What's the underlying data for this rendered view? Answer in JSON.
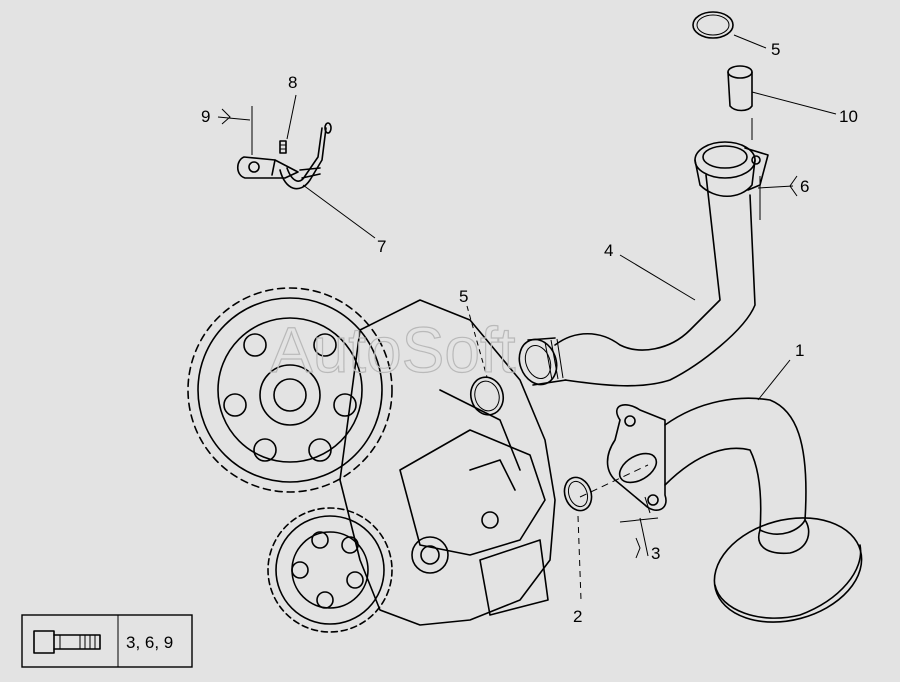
{
  "watermark": "AutoSoft",
  "callouts": {
    "c1": "1",
    "c2": "2",
    "c3": "3",
    "c4": "4",
    "c5a": "5",
    "c5b": "5",
    "c6": "6",
    "c7": "7",
    "c8": "8",
    "c9": "9",
    "c10": "10"
  },
  "legend": {
    "icon": "bolt-icon",
    "text": "3, 6, 9"
  },
  "colors": {
    "background": "#e3e3e3",
    "line": "#000000",
    "watermark": "#b9b9b9"
  }
}
